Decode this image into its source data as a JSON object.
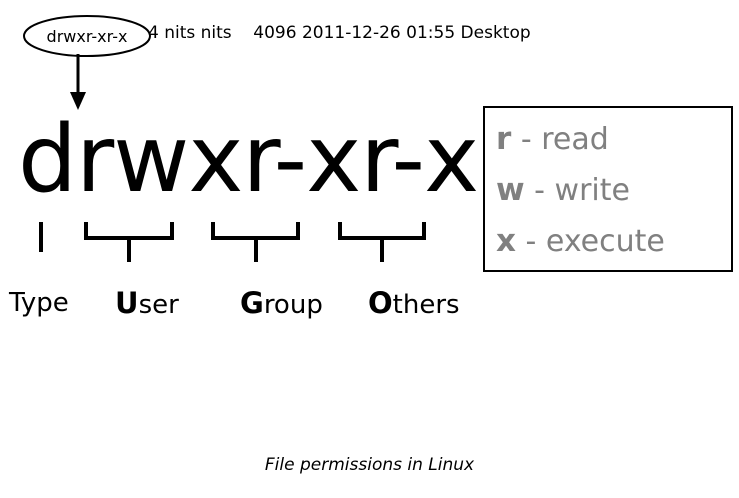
{
  "top_line": {
    "permission_bubble": "drwxr-xr-x",
    "rest": "4 nits nits    4096 2011-12-26 01:55 Desktop"
  },
  "big_permission": "drwxr-xr-x",
  "labels": {
    "type": {
      "bold": "",
      "rest": "Type"
    },
    "user": {
      "bold": "U",
      "rest": "ser"
    },
    "group": {
      "bold": "G",
      "rest": "roup"
    },
    "others": {
      "bold": "O",
      "rest": "thers"
    }
  },
  "legend": {
    "rows": [
      {
        "key": "r",
        "text": " - read"
      },
      {
        "key": "w",
        "text": " - write"
      },
      {
        "key": "x",
        "text": " - execute"
      }
    ],
    "color": "#808080"
  },
  "caption": "File permissions in Linux",
  "colors": {
    "background": "#ffffff",
    "ink": "#000000",
    "legend_gray": "#808080"
  }
}
